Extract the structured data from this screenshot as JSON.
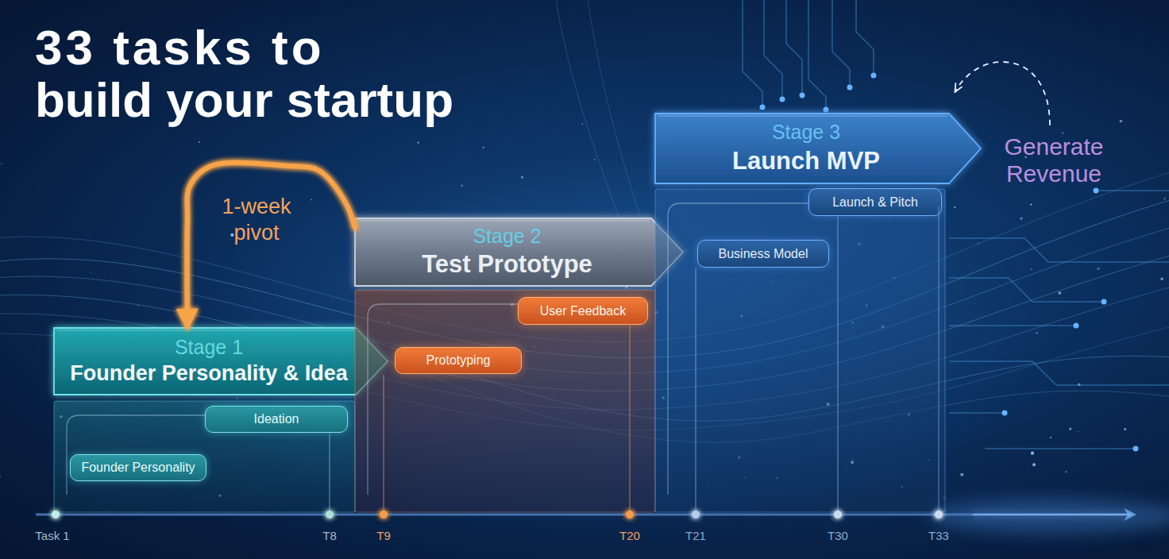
{
  "diagram": {
    "title": "33 tasks to build your startup",
    "nodes": [
      {
        "text": [
          "Stage 1",
          "Founder Personality & Idea"
        ]
      },
      {
        "text": [
          "Founder Personality"
        ],
        "in": 0
      },
      {
        "text": [
          "Ideation"
        ],
        "in": 0
      },
      {
        "text": [
          "Stage 2",
          "Test Prototype"
        ]
      },
      {
        "text": [
          "Prototyping"
        ],
        "in": 3
      },
      {
        "text": [
          "User Feedback"
        ],
        "in": 3
      },
      {
        "text": [
          "Stage 3",
          "Launch MVP"
        ]
      },
      {
        "text": [
          "Business Model"
        ],
        "in": 6
      },
      {
        "text": [
          "Launch & Pitch"
        ],
        "in": 6
      }
    ],
    "edges": [
      {
        "from": 3,
        "to": 0,
        "label": "1-week pivot",
        "arrow": "to"
      }
    ],
    "labels": [
      "Generate Revenue",
      "Task 1",
      "T8",
      "T9",
      "T20",
      "T21",
      "T30",
      "T33"
    ]
  }
}
